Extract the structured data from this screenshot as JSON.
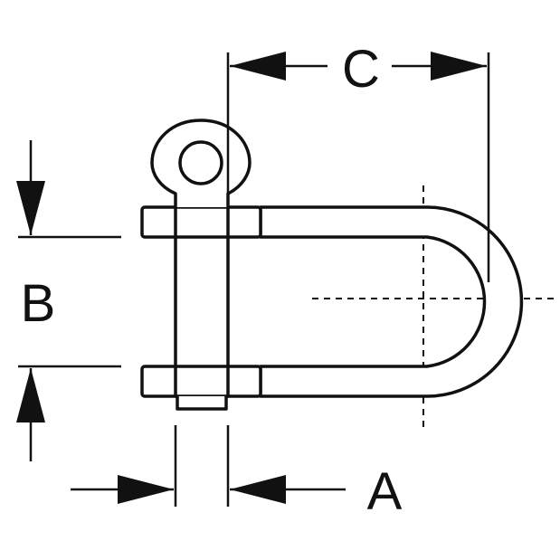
{
  "dimensions": {
    "a": "A",
    "b": "B",
    "c": "C"
  },
  "colors": {
    "line": "#111111",
    "background": "#ffffff"
  }
}
